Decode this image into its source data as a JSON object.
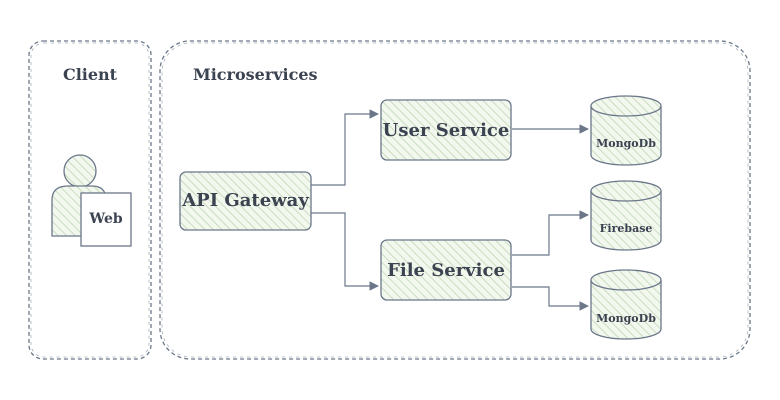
{
  "groups": {
    "client": "Client",
    "microservices": "Microservices"
  },
  "nodes": {
    "web": "Web",
    "api_gateway": "API Gateway",
    "user_service": "User Service",
    "file_service": "File Service",
    "db_user": "MongoDb",
    "db_firebase": "Firebase",
    "db_file": "MongoDb"
  },
  "colors": {
    "stroke": "#6b7789",
    "hatch": "#c9dcc0",
    "fill": "#f3f8ef",
    "text": "#3b4250"
  }
}
